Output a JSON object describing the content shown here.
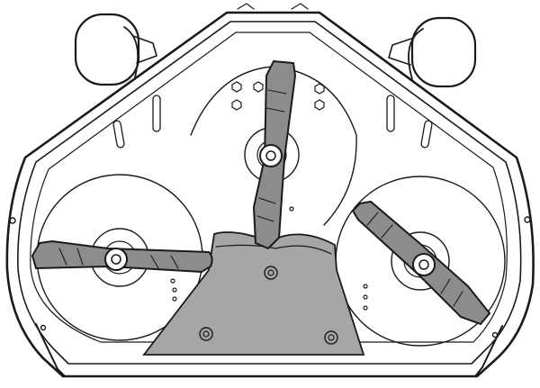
{
  "colors": {
    "ink": "#1a1a1a",
    "paper": "#ffffff",
    "blade": "#8c8c8c",
    "guard_plate": "#a6a6a6",
    "wheel_fill": "#ffffff"
  },
  "icons": {
    "left_wheel": "gauge-wheel-icon",
    "right_wheel": "gauge-wheel-icon",
    "hub": "spindle-hub-icon",
    "bolt": "hex-bolt-icon"
  },
  "blades": [
    {
      "id": "left",
      "name": "left-blade"
    },
    {
      "id": "center",
      "name": "center-blade"
    },
    {
      "id": "right",
      "name": "right-blade"
    }
  ]
}
